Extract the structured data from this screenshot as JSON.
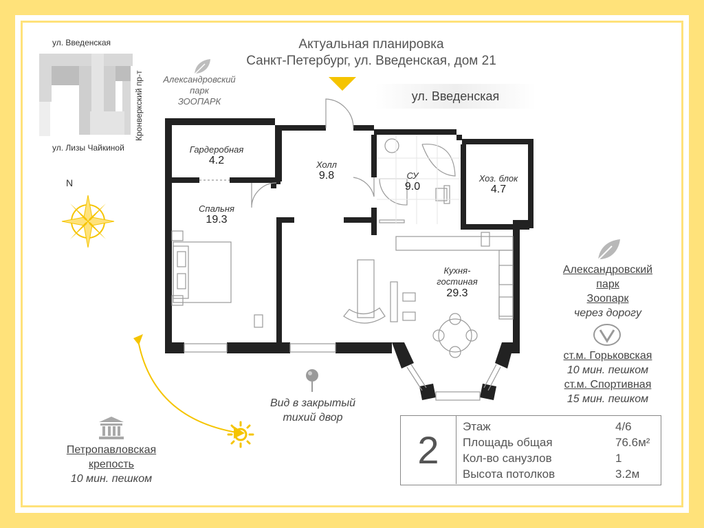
{
  "header": {
    "line1": "Актуальная планировка",
    "line2": "Санкт-Петербург, ул. Введенская, дом 21"
  },
  "street_label": "ул. Введенская",
  "minimap": {
    "top_street": "ул. Введенская",
    "bottom_street": "ул. Лизы Чайкиной",
    "side_street": "Кронверкский пр-т"
  },
  "park_top": {
    "line1": "Александровский",
    "line2": "парк",
    "line3": "ЗООПАРК",
    "icon": "leaf-icon"
  },
  "compass": {
    "label": "N"
  },
  "rooms": [
    {
      "id": "wardrobe",
      "name": "Гардеробная",
      "area": "4.2"
    },
    {
      "id": "hall",
      "name": "Холл",
      "area": "9.8"
    },
    {
      "id": "bathroom",
      "name": "СУ",
      "area": "9.0"
    },
    {
      "id": "utility",
      "name": "Хоз. блок",
      "area": "4.7"
    },
    {
      "id": "bedroom",
      "name": "Спальня",
      "area": "19.3"
    },
    {
      "id": "kitchen",
      "name": "Кухня-\nгостиная",
      "area": "29.3"
    }
  ],
  "view": {
    "line1": "Вид в закрытый",
    "line2": "тихий двор"
  },
  "right_side": {
    "park_line1": "Александровский",
    "park_line2": "парк",
    "zoo": "Зоопарк",
    "across": "через дорогу",
    "metro1": "ст.м. Горьковская",
    "metro1_time": "10 мин. пешком",
    "metro2": "ст.м. Спортивная",
    "metro2_time": "15 мин. пешком"
  },
  "fortress": {
    "line1": "Петропавловская",
    "line2": "крепость",
    "time": "10 мин. пешком"
  },
  "info": {
    "rooms_count": "2",
    "rows": [
      {
        "label": "Этаж",
        "value": "4/6"
      },
      {
        "label": "Площадь общая",
        "value": "76.6м²"
      },
      {
        "label": "Кол-во санузлов",
        "value": "1"
      },
      {
        "label": "Высота потолков",
        "value": "3.2м"
      }
    ]
  },
  "colors": {
    "frame": "#ffe27a",
    "accent": "#f5c400",
    "wall": "#222222"
  }
}
